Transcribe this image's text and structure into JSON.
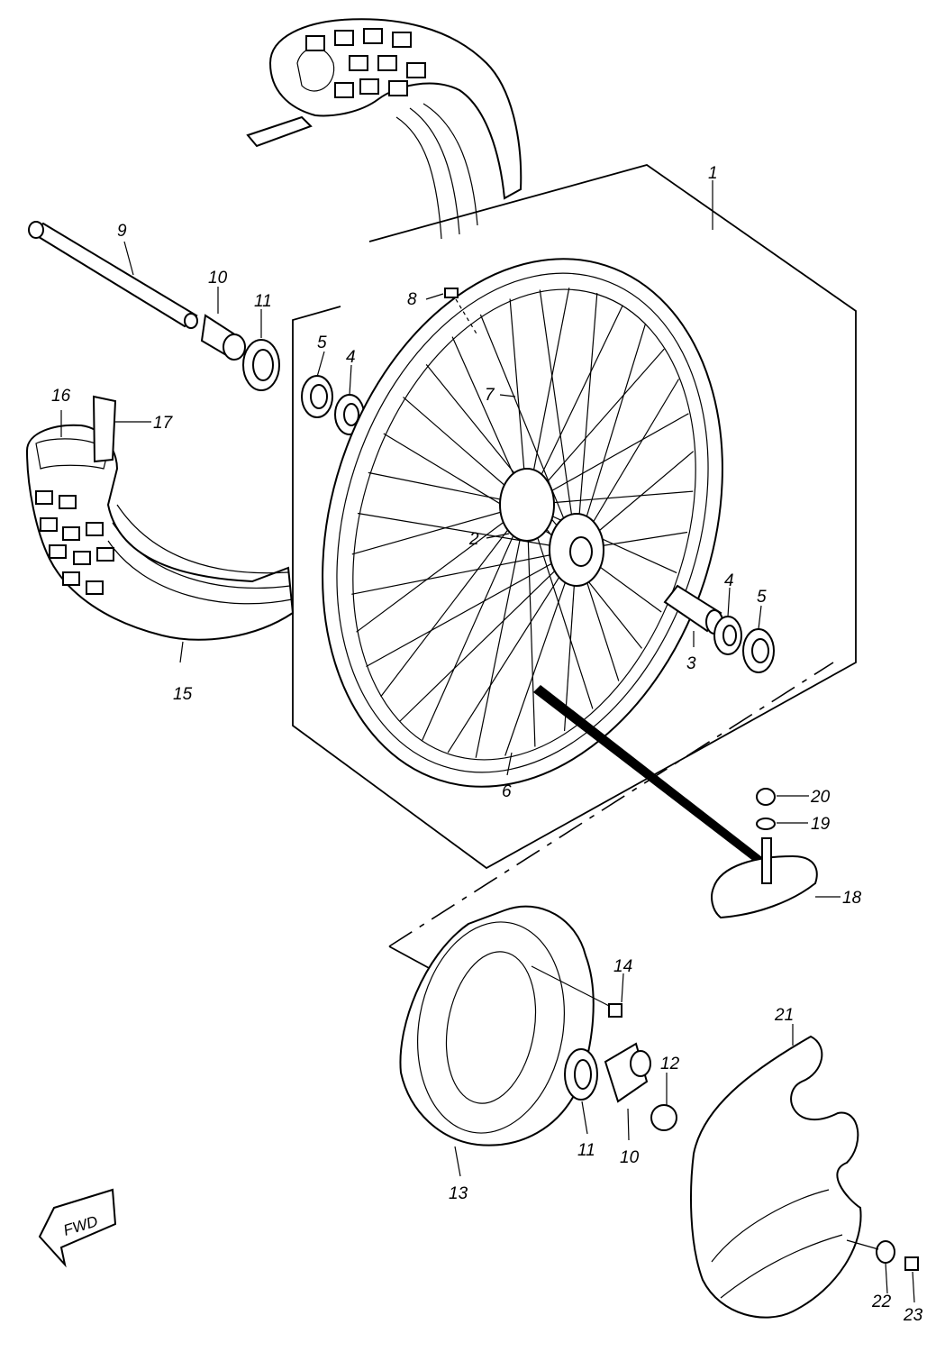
{
  "diagram": {
    "callouts": [
      {
        "id": "1",
        "text": "1"
      },
      {
        "id": "2",
        "text": "2"
      },
      {
        "id": "3",
        "text": "3"
      },
      {
        "id": "4a",
        "text": "4"
      },
      {
        "id": "4b",
        "text": "4"
      },
      {
        "id": "5a",
        "text": "5"
      },
      {
        "id": "5b",
        "text": "5"
      },
      {
        "id": "6",
        "text": "6"
      },
      {
        "id": "7",
        "text": "7"
      },
      {
        "id": "8",
        "text": "8"
      },
      {
        "id": "9",
        "text": "9"
      },
      {
        "id": "10a",
        "text": "10"
      },
      {
        "id": "10b",
        "text": "10"
      },
      {
        "id": "11a",
        "text": "11"
      },
      {
        "id": "11b",
        "text": "11"
      },
      {
        "id": "12",
        "text": "12"
      },
      {
        "id": "13",
        "text": "13"
      },
      {
        "id": "14",
        "text": "14"
      },
      {
        "id": "15",
        "text": "15"
      },
      {
        "id": "16",
        "text": "16"
      },
      {
        "id": "17",
        "text": "17"
      },
      {
        "id": "18",
        "text": "18"
      },
      {
        "id": "19",
        "text": "19"
      },
      {
        "id": "20",
        "text": "20"
      },
      {
        "id": "21",
        "text": "21"
      },
      {
        "id": "22",
        "text": "22"
      },
      {
        "id": "23",
        "text": "23"
      }
    ],
    "direction_badge": "FWD"
  }
}
